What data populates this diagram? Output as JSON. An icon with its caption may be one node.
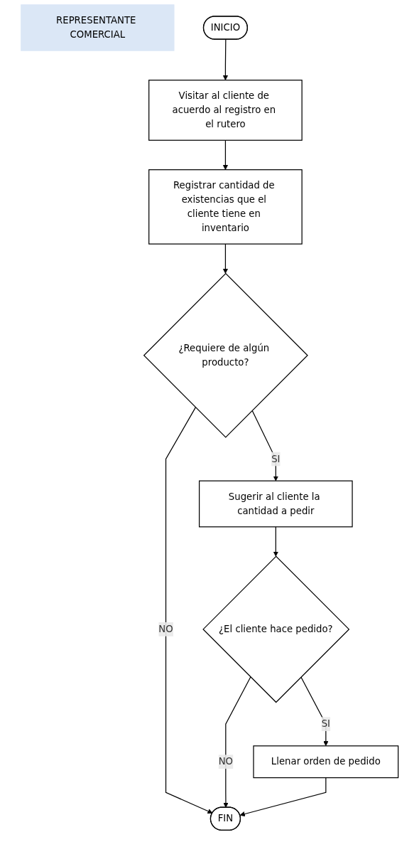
{
  "diagram": {
    "nodes": [
      {
        "text": [
          "REPRESENTANTE COMERCIAL"
        ]
      },
      {
        "text": [
          "INICIO"
        ]
      },
      {
        "text": [
          "Visitar al cliente de acuerdo al registro en el rutero"
        ]
      },
      {
        "text": [
          "Registrar cantidad de existencias que el cliente tiene en inventario"
        ]
      },
      {
        "text": [
          "¿Requiere de algún producto?"
        ]
      },
      {
        "text": [
          "Sugerir al cliente la cantidad a pedir"
        ]
      },
      {
        "text": [
          "¿El cliente hace pedido?"
        ]
      },
      {
        "text": [
          "Llenar orden de pedido"
        ]
      },
      {
        "text": [
          "FIN"
        ]
      }
    ],
    "edges": [
      {
        "from": 1,
        "to": 2,
        "arrow": "to"
      },
      {
        "from": 2,
        "to": 3,
        "arrow": "to"
      },
      {
        "from": 3,
        "to": 4,
        "arrow": "to"
      },
      {
        "from": 4,
        "to": 5,
        "arrow": "to",
        "label": "SI"
      },
      {
        "from": 4,
        "to": 8,
        "arrow": "to",
        "label": "NO"
      },
      {
        "from": 5,
        "to": 6,
        "arrow": "to"
      },
      {
        "from": 6,
        "to": 7,
        "arrow": "to",
        "label": "SI"
      },
      {
        "from": 6,
        "to": 8,
        "arrow": "to",
        "label": "NO"
      },
      {
        "from": 7,
        "to": 8,
        "arrow": "to"
      }
    ]
  }
}
